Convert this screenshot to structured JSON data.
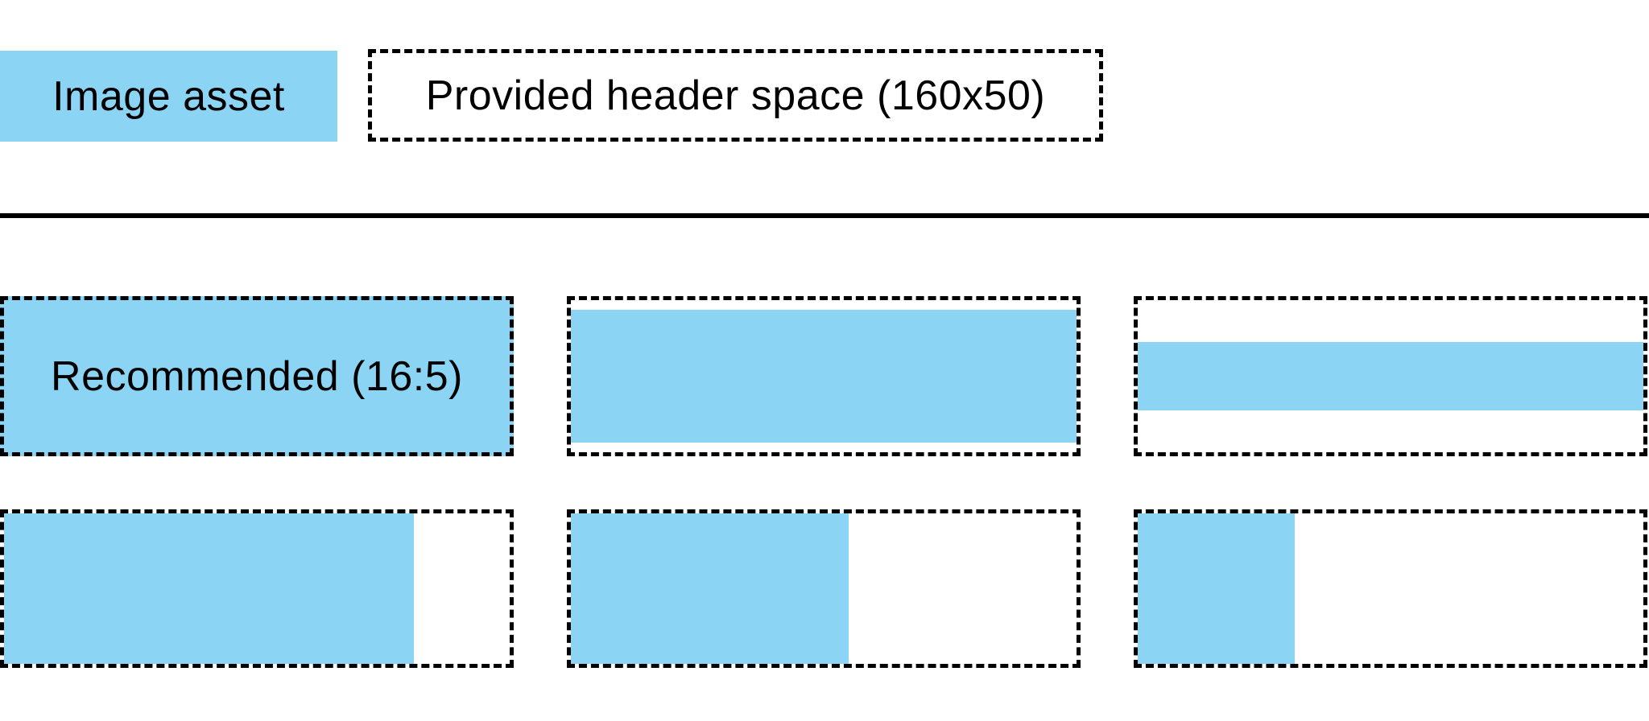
{
  "colors": {
    "asset_blue": "#8BD4F4",
    "line_black": "#000000",
    "background": "#FFFFFF"
  },
  "legend": {
    "image_asset_label": "Image asset",
    "header_space_label": "Provided header space (160x50)"
  },
  "demo": {
    "rows": [
      {
        "boxes": [
          {
            "label": "Recommended (16:5)",
            "fill_width": "100%",
            "fill_height": "100%"
          },
          {
            "fill_width": "100%",
            "fill_height": "87%"
          },
          {
            "fill_width": "100%",
            "fill_height": "45%"
          }
        ]
      },
      {
        "boxes": [
          {
            "fill_width": "81%",
            "fill_height": "100%"
          },
          {
            "fill_width": "55%",
            "fill_height": "100%"
          },
          {
            "fill_width": "31%",
            "fill_height": "100%"
          }
        ]
      }
    ]
  }
}
